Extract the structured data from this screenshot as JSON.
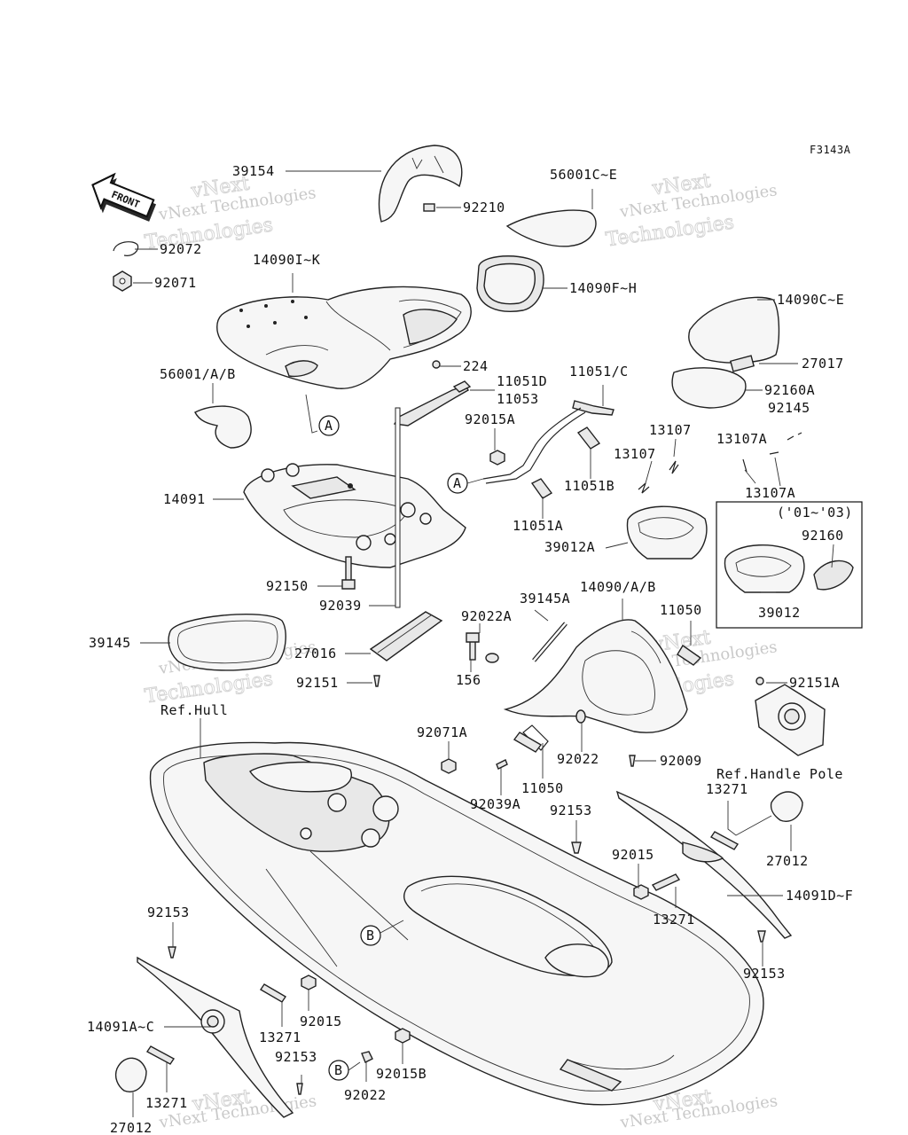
{
  "diagram": {
    "code": "F3143A",
    "front_label": "FRONT",
    "callouts": [
      "A",
      "A",
      "B",
      "B"
    ],
    "version_box_label": "('01~'03)",
    "references": [
      "Ref.Hull",
      "Ref.Handle Pole"
    ],
    "part_labels": [
      "39154",
      "92210",
      "56001C~E",
      "92072",
      "92071",
      "14090I~K",
      "14090F~H",
      "14090C~E",
      "224",
      "11051D",
      "11053",
      "11051/C",
      "27017",
      "56001/A/B",
      "92015A",
      "92160A",
      "92145",
      "13107",
      "13107A",
      "13107",
      "14091",
      "11051B",
      "13107A",
      "('01~'03)",
      "11051A",
      "39012A",
      "92160",
      "39012",
      "92150",
      "39145A",
      "14090/A/B",
      "11050",
      "92039",
      "92022A",
      "39145",
      "27016",
      "156",
      "92151",
      "92151A",
      "92071A",
      "92022",
      "92009",
      "11050",
      "92039A",
      "92153",
      "13271",
      "27012",
      "92015",
      "13271",
      "14091D~F",
      "92153",
      "92153",
      "92015",
      "14091A~C",
      "13271",
      "92153",
      "92015B",
      "92022",
      "13271",
      "27012"
    ],
    "watermarks": [
      "vNext Technologies",
      "vNext",
      "Technologies"
    ]
  }
}
